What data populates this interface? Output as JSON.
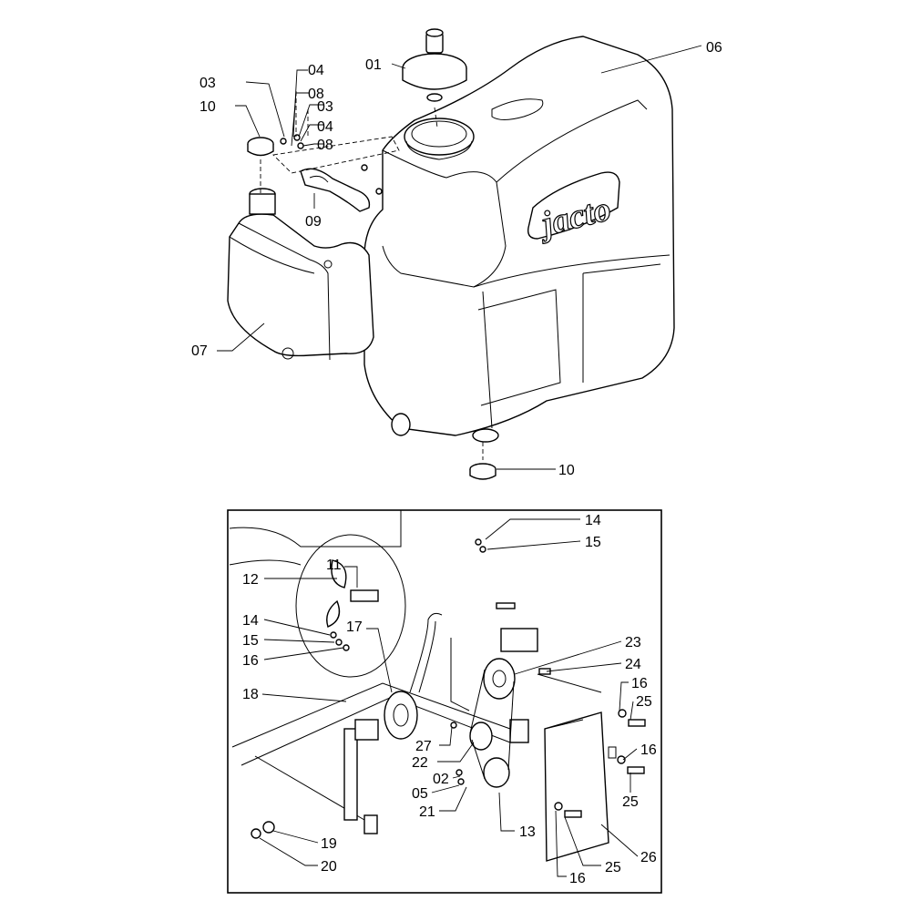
{
  "brand_logo": "jacto",
  "labels": {
    "l01": "01",
    "l02": "02",
    "l03a": "03",
    "l03b": "03",
    "l04a": "04",
    "l04b": "04",
    "l05": "05",
    "l06": "06",
    "l07": "07",
    "l08a": "08",
    "l08b": "08",
    "l09": "09",
    "l10a": "10",
    "l10b": "10",
    "l11": "11",
    "l12": "12",
    "l13": "13",
    "l14a": "14",
    "l14b": "14",
    "l15a": "15",
    "l15b": "15",
    "l16a": "16",
    "l16b": "16",
    "l16c": "16",
    "l16d": "16",
    "l17": "17",
    "l18": "18",
    "l19": "19",
    "l20": "20",
    "l21": "21",
    "l22": "22",
    "l23": "23",
    "l24": "24",
    "l25a": "25",
    "l25b": "25",
    "l25c": "25",
    "l26": "26",
    "l27": "27"
  }
}
